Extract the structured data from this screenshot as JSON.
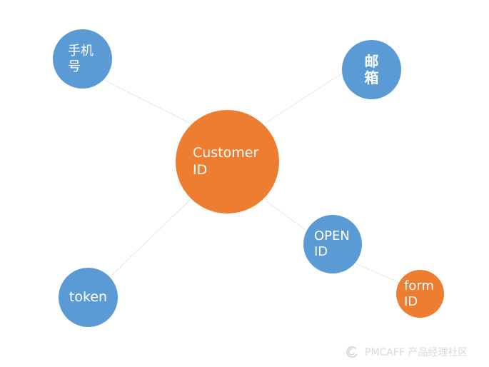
{
  "diagram": {
    "nodes": [
      {
        "id": "phone",
        "label": "手机\n号",
        "color": "#5b9bd5"
      },
      {
        "id": "email",
        "label": "邮\n箱",
        "color": "#5b9bd5"
      },
      {
        "id": "customer",
        "label": "Customer\nID",
        "color": "#ed7d31"
      },
      {
        "id": "openid",
        "label": "OPEN\nID",
        "color": "#5b9bd5"
      },
      {
        "id": "formid",
        "label": "form\nID",
        "color": "#ed7d31"
      },
      {
        "id": "token",
        "label": "token",
        "color": "#5b9bd5"
      }
    ],
    "edges": [
      {
        "from": "customer",
        "to": "phone"
      },
      {
        "from": "customer",
        "to": "email"
      },
      {
        "from": "customer",
        "to": "openid"
      },
      {
        "from": "customer",
        "to": "token"
      },
      {
        "from": "openid",
        "to": "formid"
      }
    ],
    "line_color": "#d0d0d0"
  },
  "watermark": {
    "text": "PMCAFF 产品经理社区",
    "icon": "pmcaff-logo-icon"
  }
}
